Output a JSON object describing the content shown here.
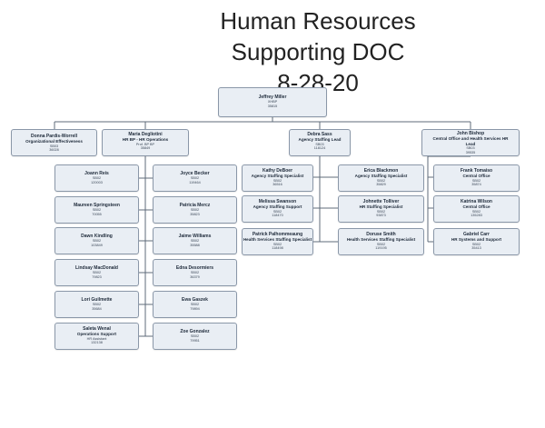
{
  "title": {
    "line1": "Human Resources",
    "line2": "Supporting DOC",
    "line3": "8-28-20"
  },
  "top": {
    "name": "Jeffrey Miller",
    "title": "",
    "meta1": "XHBP",
    "meta2": "35815"
  },
  "managers": [
    {
      "name": "Donna Pardis-Worrell",
      "title": "Organizational Effectiveness",
      "meta1": "SB03",
      "meta2": "36028"
    },
    {
      "name": "Maria Degliotini",
      "title": "HR BP - HR Operations",
      "meta1": "Prof. BP BP",
      "meta2": "35849"
    },
    {
      "name": "Debra Sass",
      "title": "Agency Staffing Lead",
      "meta1": "SB03",
      "meta2": "118124"
    },
    {
      "name": "John Bishop",
      "title": "Central Office and Health Services HR\nLead",
      "meta1": "SB03",
      "meta2": "39535"
    }
  ],
  "hr_ops_left": [
    {
      "name": "Joann Reis",
      "title": "",
      "meta1": "SB02",
      "meta2": "120003"
    },
    {
      "name": "Maureen Springsteen",
      "title": "",
      "meta1": "SB02",
      "meta2": "70055"
    },
    {
      "name": "Dawn Kindling",
      "title": "",
      "meta1": "SB02",
      "meta2": "103849"
    },
    {
      "name": "Lindsay MacDonald",
      "title": "",
      "meta1": "SB02",
      "meta2": "79823"
    },
    {
      "name": "Lori Guilmette",
      "title": "",
      "meta1": "SB02",
      "meta2": "35684"
    },
    {
      "name": "Saleta Wenal",
      "title": "Operations Support",
      "meta1": "HR Assistant",
      "meta2": "132138"
    }
  ],
  "hr_ops_right": [
    {
      "name": "Joyce Becker",
      "title": "",
      "meta1": "SB02",
      "meta2": "119464"
    },
    {
      "name": "Patricia Mercz",
      "title": "",
      "meta1": "SB02",
      "meta2": "35823"
    },
    {
      "name": "Jaime Williams",
      "title": "",
      "meta1": "SB02",
      "meta2": "35588"
    },
    {
      "name": "Edna Desormiers",
      "title": "",
      "meta1": "SB02",
      "meta2": "36379"
    },
    {
      "name": "Ewa Gaszek",
      "title": "",
      "meta1": "SB02",
      "meta2": "79894"
    },
    {
      "name": "Zoe Gonzalez",
      "title": "",
      "meta1": "SB02",
      "meta2": "79951"
    }
  ],
  "staffing_left": [
    {
      "name": "Kathy DeBoer",
      "title": "Agency Staffing Specialist",
      "meta1": "SB02",
      "meta2": "36516"
    },
    {
      "name": "Melissa Swanson",
      "title": "Agency Staffing Support",
      "meta1": "SB02",
      "meta2": "118470"
    },
    {
      "name": "Patrick Palhommeaung",
      "title": "Health Services Staffing Specialist",
      "meta1": "SB02",
      "meta2": "118498"
    }
  ],
  "staffing_right": [
    {
      "name": "Erica Blackmon",
      "title": "Agency Staffing Specialist",
      "meta1": "SB02",
      "meta2": "35829"
    },
    {
      "name": "Johnette Tolliver",
      "title": "HR Staffing Specialist",
      "meta1": "SB02",
      "meta2": "93873"
    },
    {
      "name": "Doruse Smith",
      "title": "Health Services Staffing Specialist",
      "meta1": "SB02",
      "meta2": "119195"
    }
  ],
  "central": [
    {
      "name": "Frank Tomaiso",
      "title": "Central Office",
      "meta1": "SB02",
      "meta2": "35874"
    },
    {
      "name": "Katrina Wilson",
      "title": "Central Office",
      "meta1": "SB02",
      "meta2": "135283"
    },
    {
      "name": "Gabriel Carr",
      "title": "HR Systems and Support",
      "meta1": "SB02",
      "meta2": "35413"
    }
  ]
}
